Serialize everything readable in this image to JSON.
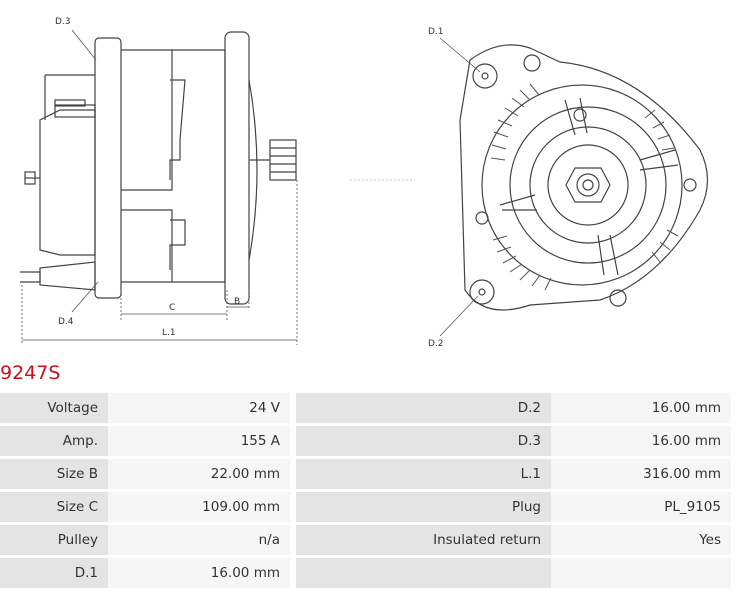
{
  "drawing": {
    "labels": {
      "d3": "D.3",
      "d4": "D.4",
      "c": "C",
      "b": "B",
      "l1": "L.1",
      "d1": "D.1",
      "d2": "D.2"
    }
  },
  "part_number": "9247S",
  "specs": {
    "rows": [
      {
        "k1": "Voltage",
        "v1": "24 V",
        "k2": "D.2",
        "v2": "16.00 mm"
      },
      {
        "k1": "Amp.",
        "v1": "155 A",
        "k2": "D.3",
        "v2": "16.00 mm"
      },
      {
        "k1": "Size B",
        "v1": "22.00 mm",
        "k2": "L.1",
        "v2": "316.00 mm"
      },
      {
        "k1": "Size C",
        "v1": "109.00 mm",
        "k2": "Plug",
        "v2": "PL_9105"
      },
      {
        "k1": "Pulley",
        "v1": "n/a",
        "k2": "Insulated return",
        "v2": "Yes"
      },
      {
        "k1": "D.1",
        "v1": "16.00 mm",
        "k2": "",
        "v2": ""
      }
    ]
  },
  "colors": {
    "accent": "#c8101e"
  }
}
